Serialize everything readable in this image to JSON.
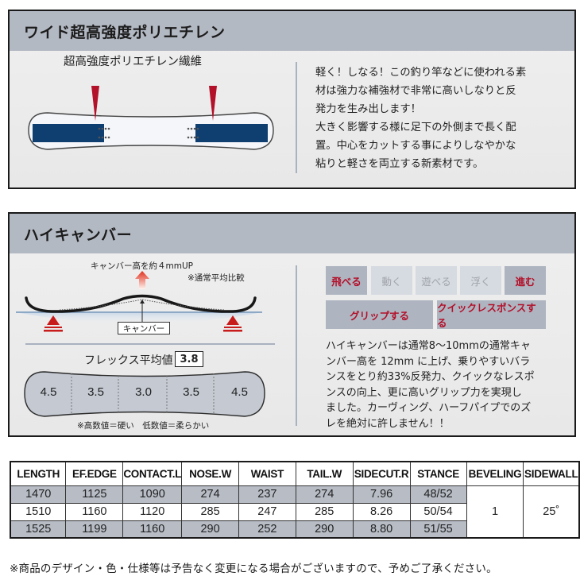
{
  "section1": {
    "title": "ワイド超高強度ポリエチレン",
    "diagram_label": "超高強度ポリエチレン繊維",
    "description_lines": [
      "軽く！しなる！この釣り竿などに使われる素",
      "材は強力な補強材で非常に高いしなりと反",
      "発力を生み出します！",
      "大きく影響する様に足下の外側まで長く配",
      "置。中心をカットする事によりしなやかな",
      "粘りと軽さを両立する新素材です。"
    ],
    "colors": {
      "reinforcement": "#0f3f70",
      "marker": "#b3102a"
    }
  },
  "section2": {
    "title": "ハイキャンバー",
    "camber": {
      "up_label": "キャンバー高を約４mmUP",
      "compare_note": "※通常平均比較",
      "box_label": "キャンバー"
    },
    "flex": {
      "title": "フレックス平均値",
      "average": "3.8",
      "zones": [
        "4.5",
        "3.5",
        "3.0",
        "3.5",
        "4.5"
      ],
      "note": "※高数値＝硬い　低数値＝柔らかい"
    },
    "abilities_row1": [
      {
        "label": "飛べる",
        "active": true
      },
      {
        "label": "動く",
        "active": false
      },
      {
        "label": "遊べる",
        "active": false
      },
      {
        "label": "浮く",
        "active": false
      },
      {
        "label": "進む",
        "active": true
      }
    ],
    "abilities_row2": [
      {
        "label": "グリップする",
        "active": true
      },
      {
        "label": "クイックレスポンスする",
        "active": true
      }
    ],
    "description_lines": [
      "ハイキャンバーは通常8～10mmの通常キャ",
      "ンバー高を 12mm に上げ、乗りやすいバラ",
      "ンスをとり約33%反発力、クイックなレスポ",
      "ンスの向上、更に高いグリップ力を実現し",
      "ました。カーヴィング、ハーフパイプでのズ",
      "レを絶対に許しません！！"
    ]
  },
  "spec_table": {
    "headers": [
      "LENGTH",
      "EF.EDGE",
      "CONTACT.L",
      "NOSE.W",
      "WAIST",
      "TAIL.W",
      "SIDECUT.R",
      "STANCE",
      "BEVELING",
      "SIDEWALL"
    ],
    "rows": [
      [
        "1470",
        "1125",
        "1090",
        "274",
        "237",
        "274",
        "7.96",
        "48/52"
      ],
      [
        "1510",
        "1160",
        "1120",
        "285",
        "247",
        "285",
        "8.26",
        "50/54"
      ],
      [
        "1525",
        "1199",
        "1160",
        "290",
        "252",
        "290",
        "8.80",
        "51/55"
      ]
    ],
    "beveling": "1",
    "sidewall": "25˚"
  },
  "footnote": "※商品のデザイン・色・仕様等は予告なく変更になる場合がございますので、予めご了承ください。"
}
